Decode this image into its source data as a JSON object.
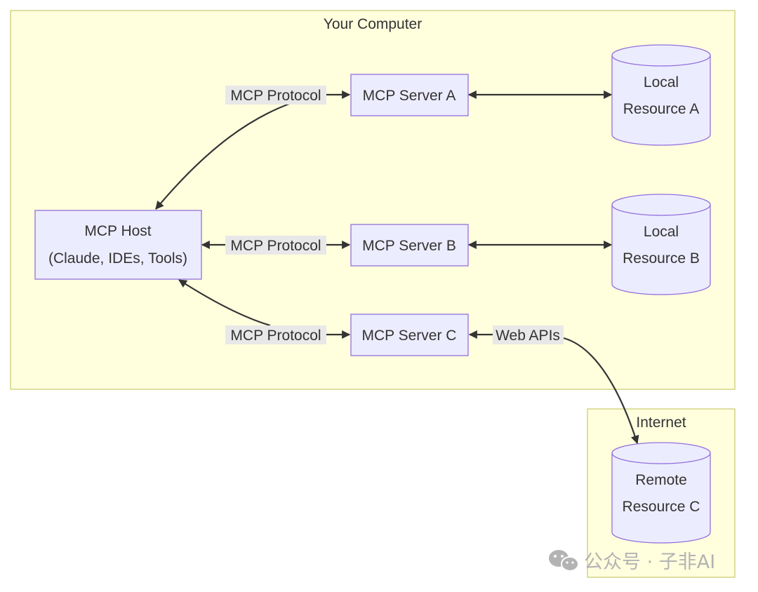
{
  "subgraphs": {
    "computer": "Your Computer",
    "internet": "Internet"
  },
  "nodes": {
    "host": {
      "line1": "MCP Host",
      "line2": "(Claude, IDEs, Tools)"
    },
    "server_a": "MCP Server A",
    "server_b": "MCP Server B",
    "server_c": "MCP Server C",
    "resource_a": {
      "line1": "Local",
      "line2": "Resource A"
    },
    "resource_b": {
      "line1": "Local",
      "line2": "Resource B"
    },
    "resource_c": {
      "line1": "Remote",
      "line2": "Resource C"
    }
  },
  "edge_labels": {
    "host_to_a": "MCP Protocol",
    "host_to_b": "MCP Protocol",
    "host_to_c": "MCP Protocol",
    "c_to_remote": "Web APIs"
  },
  "watermark": "公众号 · 子非AI",
  "colors": {
    "subgraph_fill": "#ffffde",
    "subgraph_stroke": "#c8c86e",
    "node_fill": "#ececff",
    "node_stroke": "#9370db",
    "edge": "#333333",
    "edge_label_bg": "#e8e8e8"
  },
  "icons": {
    "watermark": "wechat-icon"
  }
}
